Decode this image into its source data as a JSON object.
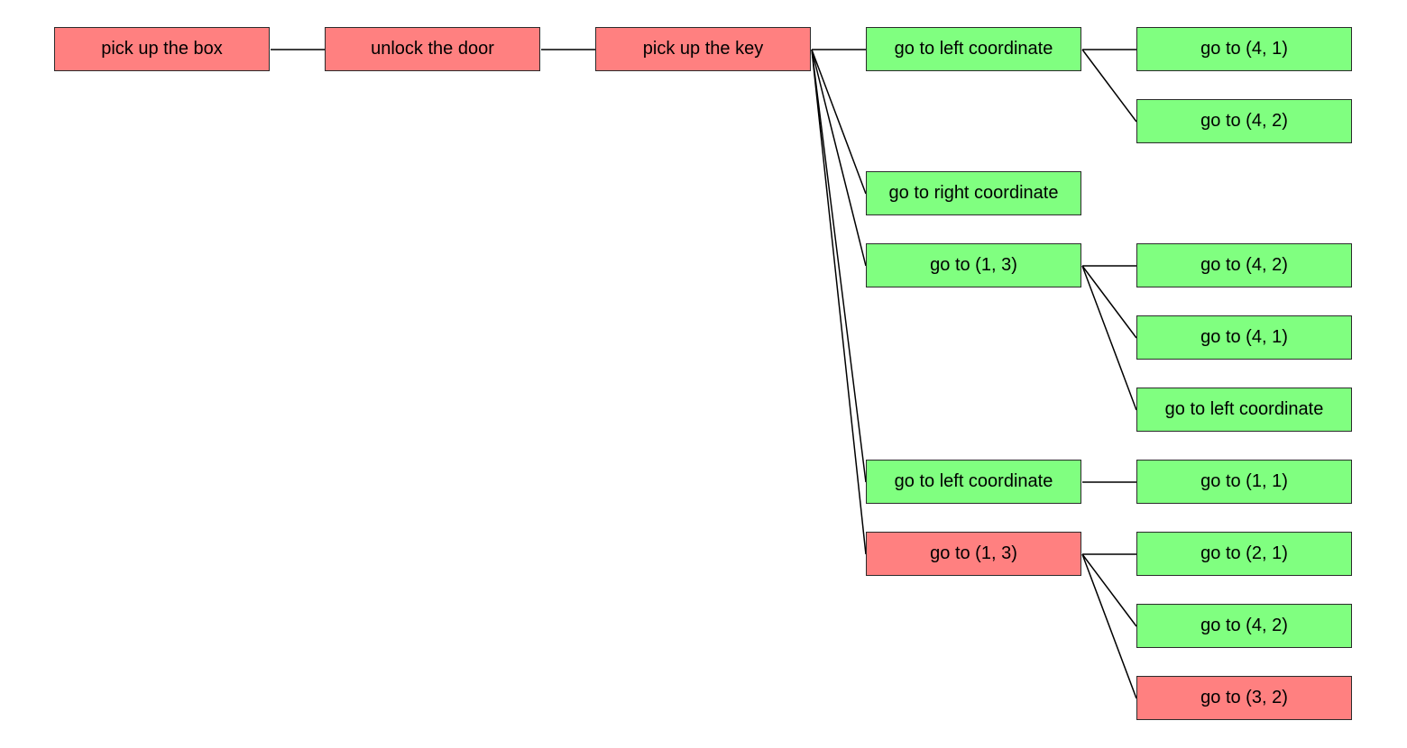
{
  "colors": {
    "failed": "#ff8080",
    "succeeded": "#80ff80",
    "edge": "#000000",
    "border": "#2b2b2b"
  },
  "nodes": [
    {
      "id": "n1",
      "label": "pick up the box",
      "status": "failed"
    },
    {
      "id": "n2",
      "label": "unlock the door",
      "status": "failed"
    },
    {
      "id": "n3",
      "label": "pick up the key",
      "status": "failed"
    },
    {
      "id": "n4",
      "label": "go to left coordinate",
      "status": "succeeded"
    },
    {
      "id": "n5",
      "label": "go to right coordinate",
      "status": "succeeded"
    },
    {
      "id": "n6",
      "label": "go to (1, 3)",
      "status": "succeeded"
    },
    {
      "id": "n7",
      "label": "go to left coordinate",
      "status": "succeeded"
    },
    {
      "id": "n8",
      "label": "go to (1, 3)",
      "status": "failed"
    },
    {
      "id": "n9",
      "label": "go to (4, 1)",
      "status": "succeeded"
    },
    {
      "id": "n10",
      "label": "go to (4, 2)",
      "status": "succeeded"
    },
    {
      "id": "n11",
      "label": "go to (4, 2)",
      "status": "succeeded"
    },
    {
      "id": "n12",
      "label": "go to (4, 1)",
      "status": "succeeded"
    },
    {
      "id": "n13",
      "label": "go to left coordinate",
      "status": "succeeded"
    },
    {
      "id": "n14",
      "label": "go to (1, 1)",
      "status": "succeeded"
    },
    {
      "id": "n15",
      "label": "go to (2, 1)",
      "status": "succeeded"
    },
    {
      "id": "n16",
      "label": "go to (4, 2)",
      "status": "succeeded"
    },
    {
      "id": "n17",
      "label": "go to (3, 2)",
      "status": "failed"
    }
  ],
  "edges": [
    [
      "n1",
      "n2"
    ],
    [
      "n2",
      "n3"
    ],
    [
      "n3",
      "n4"
    ],
    [
      "n3",
      "n5"
    ],
    [
      "n3",
      "n6"
    ],
    [
      "n3",
      "n7"
    ],
    [
      "n3",
      "n8"
    ],
    [
      "n4",
      "n9"
    ],
    [
      "n4",
      "n10"
    ],
    [
      "n6",
      "n11"
    ],
    [
      "n6",
      "n12"
    ],
    [
      "n6",
      "n13"
    ],
    [
      "n7",
      "n14"
    ],
    [
      "n8",
      "n15"
    ],
    [
      "n8",
      "n16"
    ],
    [
      "n8",
      "n17"
    ]
  ]
}
